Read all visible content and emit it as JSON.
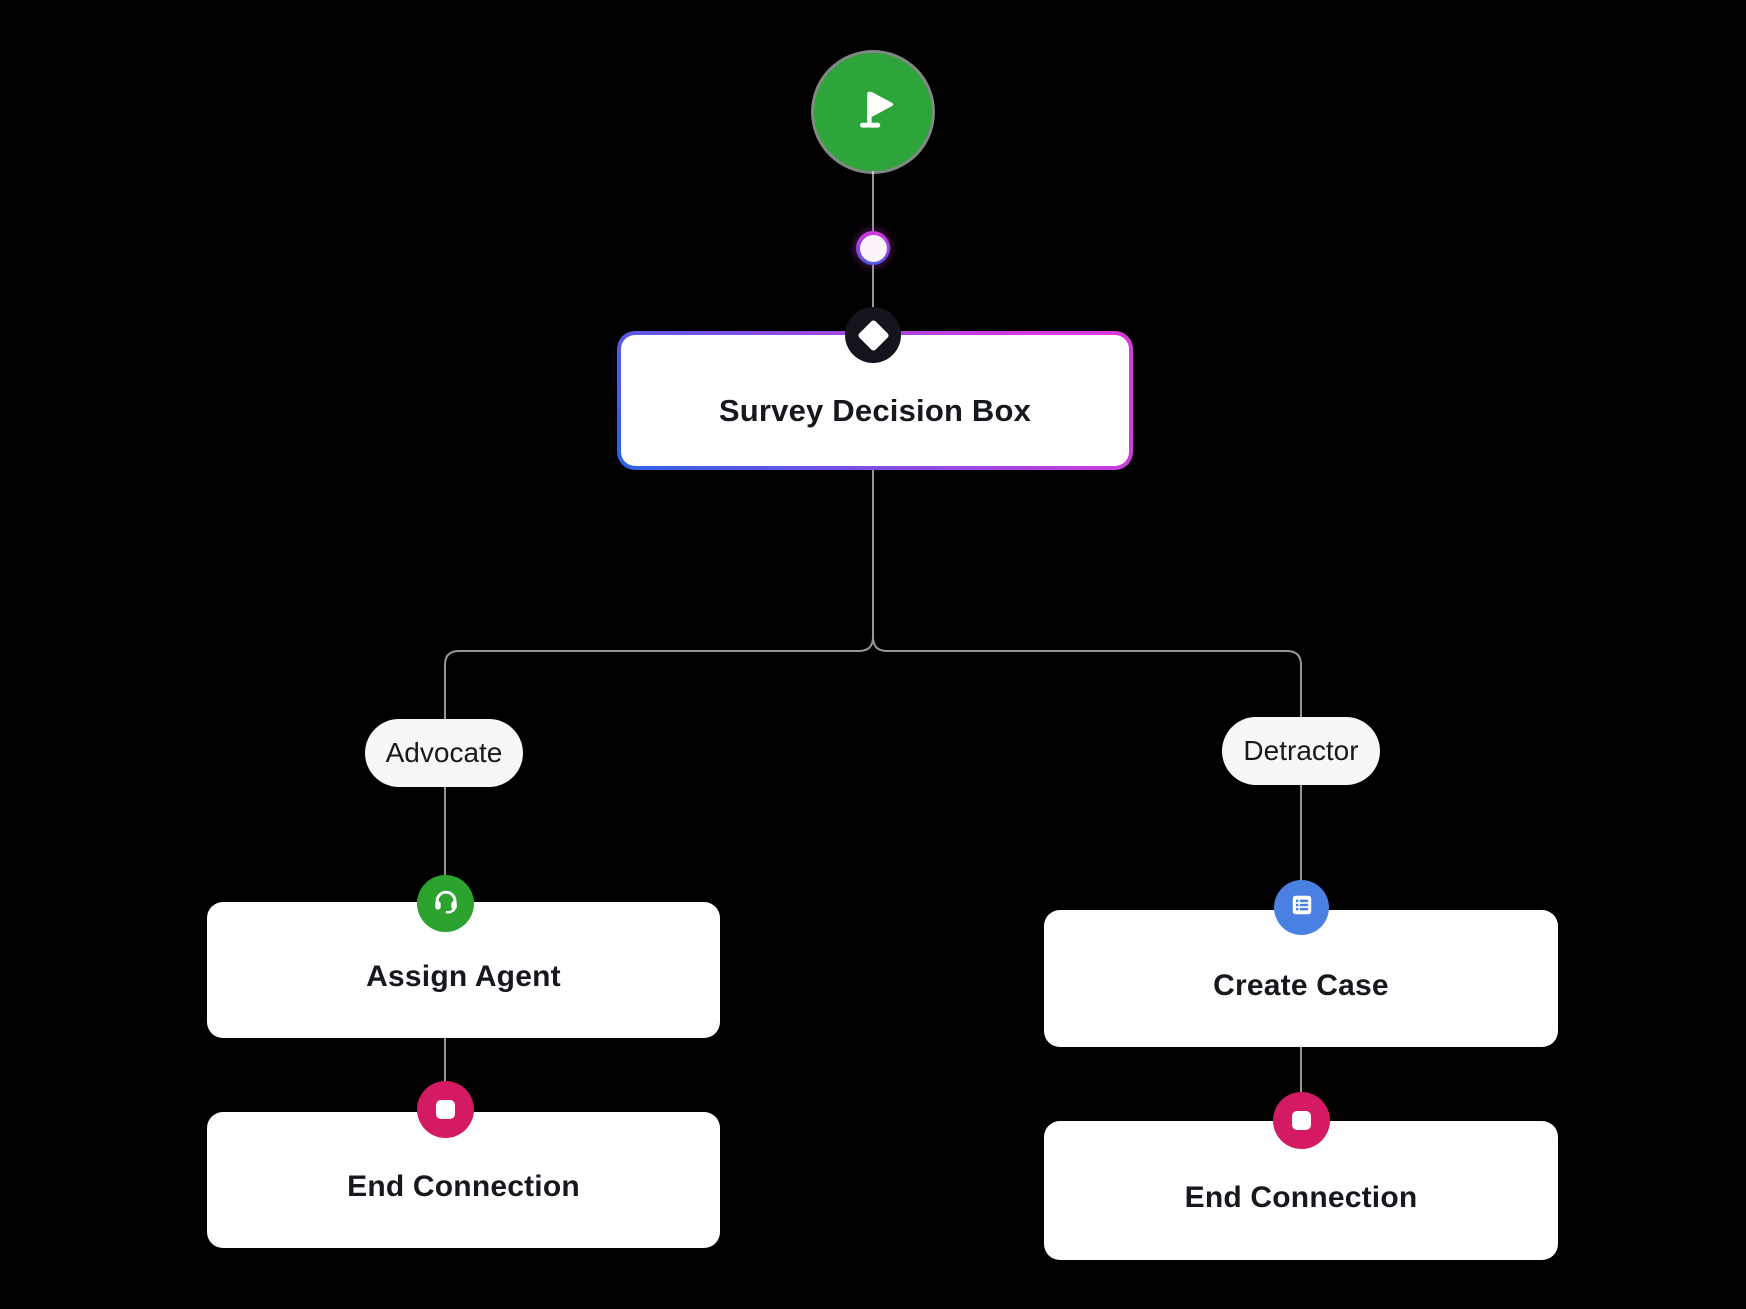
{
  "diagram": {
    "colors": {
      "background": "#000000",
      "connector": "#969696",
      "node_background": "#ffffff",
      "node_text": "#15181d",
      "start_green": "#2ea53a",
      "agent_green": "#2ba32e",
      "case_blue": "#4b80e3",
      "end_crimson": "#d41a62",
      "decision_border_blue": "#2b63e8",
      "decision_border_magenta": "#d63ad9",
      "badge_dark": "#14141d"
    },
    "start": {
      "icon": "flag-icon"
    },
    "decision": {
      "label": "Survey Decision Box",
      "badge_icon": "diamond-icon"
    },
    "branches": [
      {
        "label": "Advocate",
        "action": {
          "label": "Assign Agent",
          "icon": "headset-icon"
        },
        "end": {
          "label": "End Connection",
          "icon": "stop-icon"
        }
      },
      {
        "label": "Detractor",
        "action": {
          "label": "Create Case",
          "icon": "list-icon"
        },
        "end": {
          "label": "End Connection",
          "icon": "stop-icon"
        }
      }
    ]
  }
}
